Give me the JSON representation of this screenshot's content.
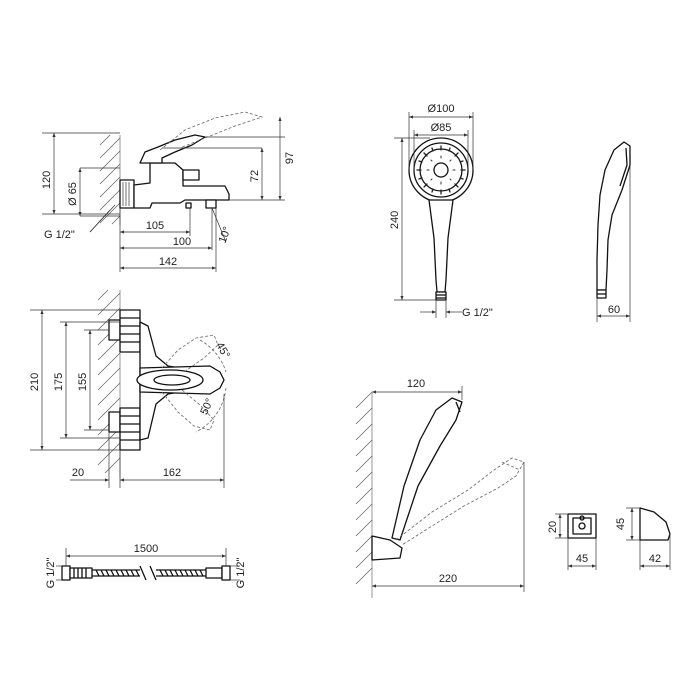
{
  "mixer_side": {
    "height_120": "120",
    "outlet_dia": "Ø 65",
    "thread": "G 1/2\"",
    "height_97": "97",
    "height_72": "72",
    "depth_105": "105",
    "depth_100": "100",
    "angle_10": "10°",
    "depth_142": "142"
  },
  "mixer_front": {
    "height_210": "210",
    "height_175": "175",
    "height_155": "155",
    "angle_45": "45°",
    "angle_50": "50°",
    "offset_20": "20",
    "width_162": "162"
  },
  "hose": {
    "length": "1500",
    "thread_left": "G 1/2\"",
    "thread_right": "G 1/2\""
  },
  "hand_shower": {
    "dia_100": "Ø100",
    "dia_85": "Ø85",
    "length_240": "240",
    "thread": "G 1/2\"",
    "thickness_60": "60"
  },
  "shower_on_wall": {
    "reach_120": "120",
    "reach_220": "220"
  },
  "holder": {
    "height_20": "20",
    "width_45": "45",
    "height_45": "45",
    "depth_42": "42"
  }
}
